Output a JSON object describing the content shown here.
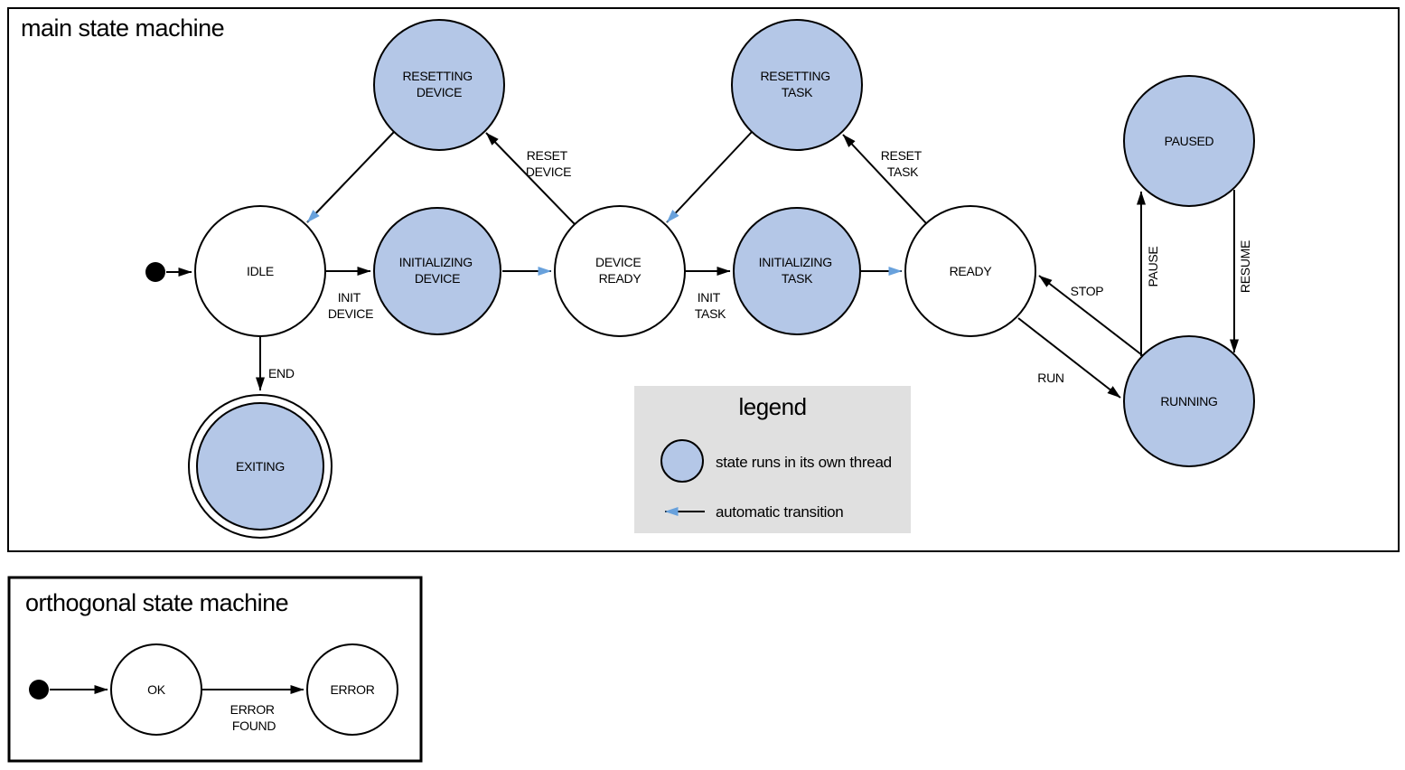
{
  "colors": {
    "thread_state_fill": "#b4c7e7",
    "plain_state_fill": "#ffffff",
    "auto_arrow": "#68a1dc",
    "legend_bg": "#e0e0e0",
    "line": "#000000"
  },
  "main": {
    "title": "main state machine",
    "states": {
      "idle": {
        "label": "IDLE"
      },
      "resetting_device": {
        "line1": "RESETTING",
        "line2": "DEVICE"
      },
      "initializing_device": {
        "line1": "INITIALIZING",
        "line2": "DEVICE"
      },
      "device_ready": {
        "line1": "DEVICE",
        "line2": "READY"
      },
      "resetting_task": {
        "line1": "RESETTING",
        "line2": "TASK"
      },
      "initializing_task": {
        "line1": "INITIALIZING",
        "line2": "TASK"
      },
      "ready": {
        "label": "READY"
      },
      "paused": {
        "label": "PAUSED"
      },
      "running": {
        "label": "RUNNING"
      },
      "exiting": {
        "label": "EXITING"
      }
    },
    "transitions": {
      "init_device": {
        "line1": "INIT",
        "line2": "DEVICE"
      },
      "reset_device": {
        "line1": "RESET",
        "line2": "DEVICE"
      },
      "init_task": {
        "line1": "INIT",
        "line2": "TASK"
      },
      "reset_task": {
        "line1": "RESET",
        "line2": "TASK"
      },
      "end": {
        "label": "END"
      },
      "stop": {
        "label": "STOP"
      },
      "run": {
        "label": "RUN"
      },
      "pause": {
        "label": "PAUSE"
      },
      "resume": {
        "label": "RESUME"
      }
    }
  },
  "legend": {
    "title": "legend",
    "thread_item": "state runs in its own thread",
    "auto_item": "automatic transition"
  },
  "orthogonal": {
    "title": "orthogonal state machine",
    "states": {
      "ok": {
        "label": "OK"
      },
      "error": {
        "label": "ERROR"
      }
    },
    "transitions": {
      "error_found": {
        "line1": "ERROR",
        "line2": "FOUND"
      }
    }
  }
}
